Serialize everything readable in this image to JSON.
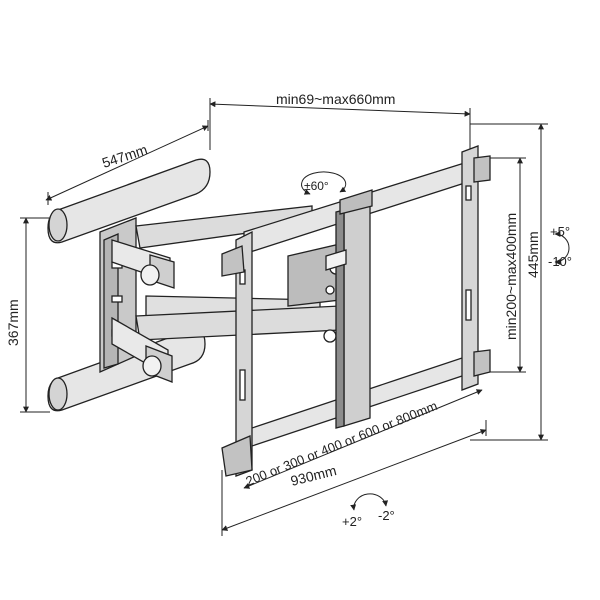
{
  "dimensions": {
    "extension": "min69~max660mm",
    "wall_plate_width": "547mm",
    "wall_plate_height": "367mm",
    "vesa_vertical": "min200~max400mm",
    "overall_height": "445mm",
    "vesa_horizontal": "200 or 300 or 400 or 600 or 800mm",
    "overall_width": "930mm"
  },
  "rotation": {
    "swivel": "±60°",
    "tilt_up": "+5°",
    "tilt_down": "-10°",
    "level_plus": "+2°",
    "level_minus": "-2°"
  },
  "colors": {
    "outline": "#222222",
    "light_metal": "#e6e6e6",
    "mid_metal": "#c9c9c9",
    "dark_metal": "#8c8c8c"
  }
}
